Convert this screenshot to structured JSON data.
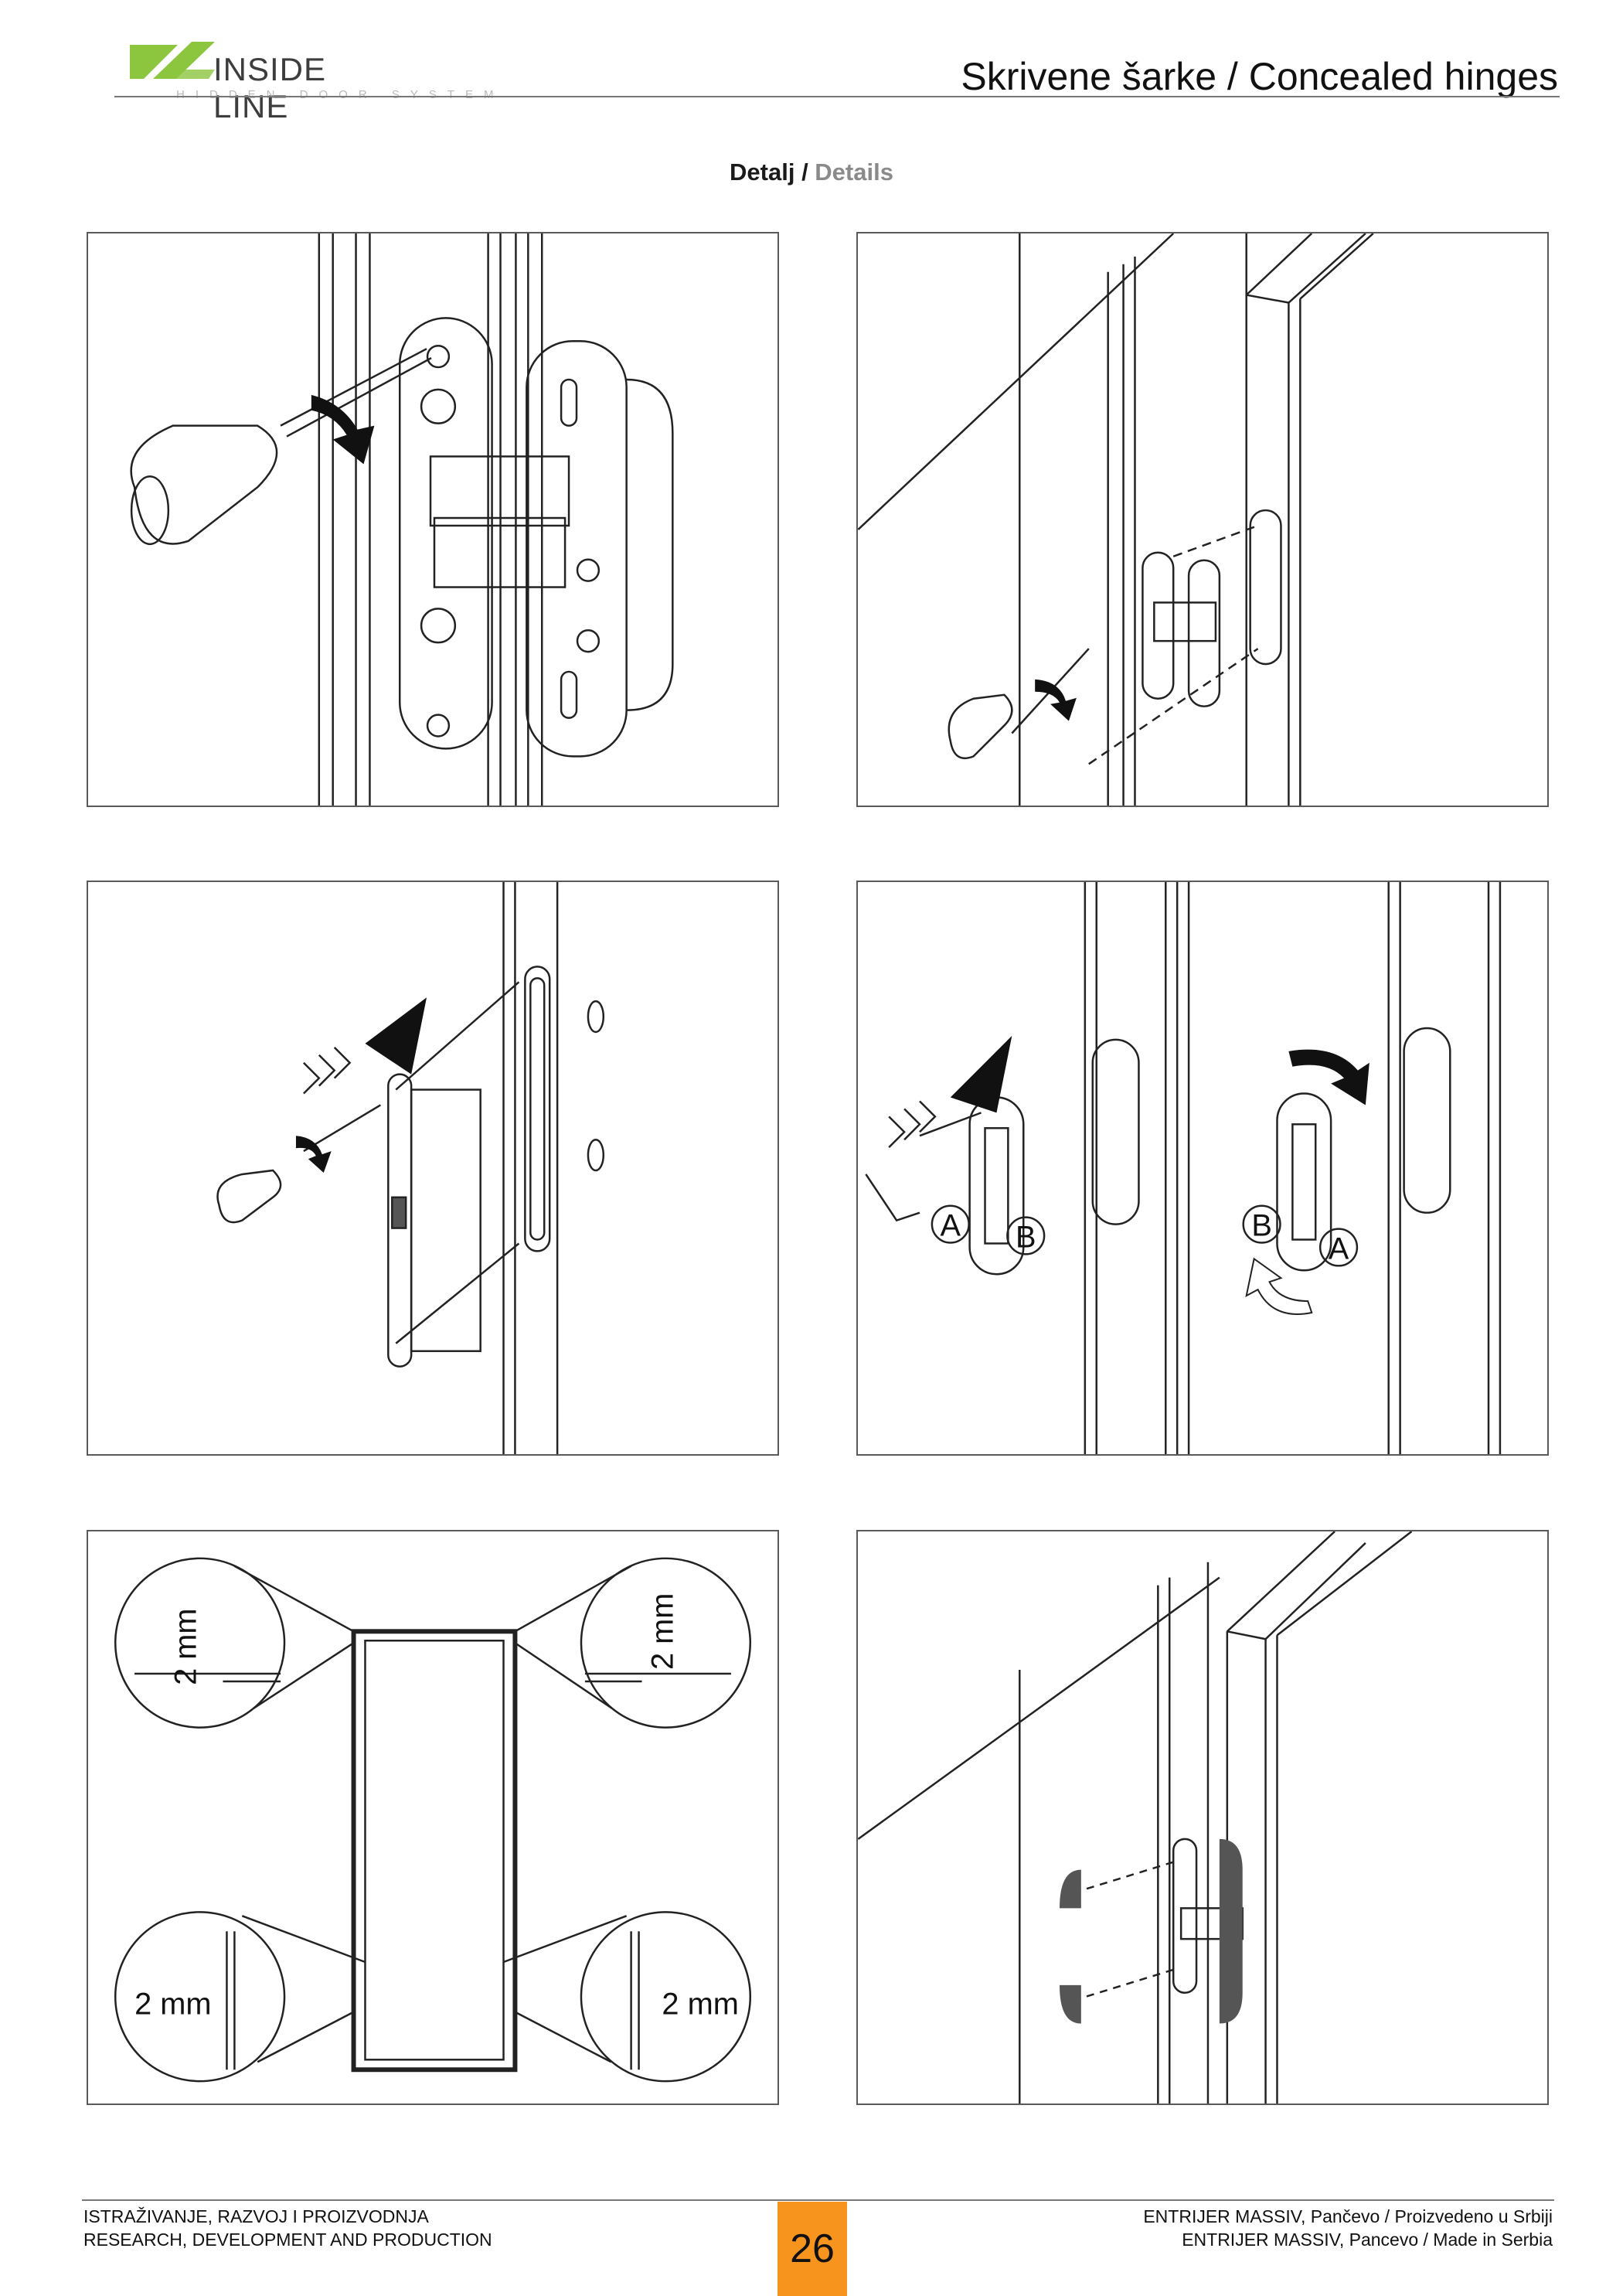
{
  "header": {
    "brand": "INSIDE LINE",
    "brand_sub": "HIDDEN DOOR SYSTEM",
    "title": "Skrivene šarke / Concealed hinges",
    "logo_color": "#8cc63f"
  },
  "section": {
    "title_local": "Detalj",
    "separator": " / ",
    "title_en": "Details"
  },
  "panels": {
    "p3": {
      "label_a": "A",
      "label_b": "B",
      "label_b2": "B",
      "label_a2": "A"
    },
    "p5": {
      "dim_top_left": "2 mm",
      "dim_top_right": "2 mm",
      "dim_bottom_left": "2 mm",
      "dim_bottom_right": "2 mm"
    }
  },
  "footer": {
    "left_line1": "ISTRAŽIVANJE, RAZVOJ I PROIZVODNJA",
    "left_line2": "RESEARCH, DEVELOPMENT AND PRODUCTION",
    "page_number": "26",
    "right_line1": "ENTRIJER MASSIV, Pančevo / Proizvedeno u Srbiji",
    "right_line2": "ENTRIJER MASSIV, Pancevo / Made in Serbia",
    "accent_color": "#f7941e"
  }
}
